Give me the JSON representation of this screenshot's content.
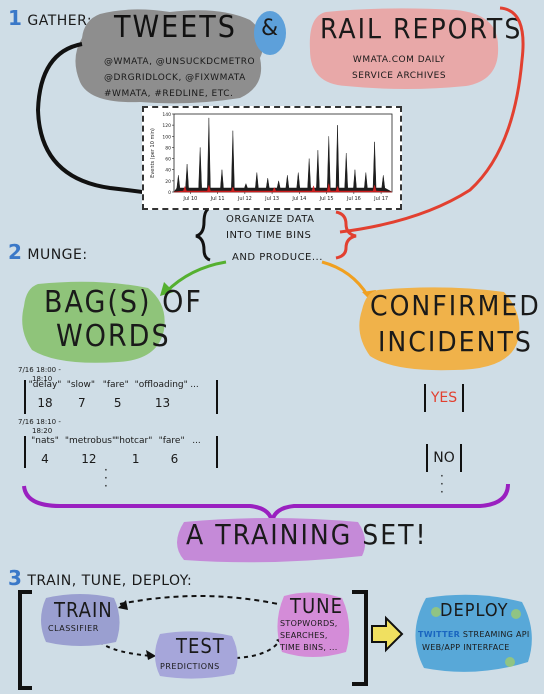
{
  "step1": {
    "number": "1",
    "label": "GATHER:"
  },
  "tweets": {
    "title": "TWEETS",
    "lines": [
      "@WMATA, @UNSUCKDCMETRO",
      "@DRGRIDLOCK, @FIXWMATA",
      "#WMATA, #REDLINE, ETC."
    ]
  },
  "amp": "&",
  "rail": {
    "title": "RAIL REPORTS",
    "lines": [
      "WMATA.COM DAILY",
      "SERVICE ARCHIVES"
    ]
  },
  "chart_data": {
    "type": "area",
    "ylabel": "Events (per 10 min)",
    "xlabel": "",
    "ylim": [
      0,
      140
    ],
    "yticks": [
      0,
      20,
      40,
      60,
      80,
      100,
      120,
      140
    ],
    "xticks": [
      "Jul 10",
      "Jul 11",
      "Jul 12",
      "Jul 13",
      "Jul 14",
      "Jul 15",
      "Jul 16",
      "Jul 17"
    ],
    "series": [
      {
        "color": "#111111",
        "peaks": [
          [
            0.02,
            30
          ],
          [
            0.06,
            50
          ],
          [
            0.12,
            80
          ],
          [
            0.16,
            133
          ],
          [
            0.22,
            40
          ],
          [
            0.27,
            110
          ],
          [
            0.33,
            15
          ],
          [
            0.38,
            35
          ],
          [
            0.43,
            25
          ],
          [
            0.48,
            20
          ],
          [
            0.52,
            30
          ],
          [
            0.57,
            35
          ],
          [
            0.62,
            60
          ],
          [
            0.66,
            75
          ],
          [
            0.71,
            100
          ],
          [
            0.75,
            120
          ],
          [
            0.79,
            70
          ],
          [
            0.83,
            40
          ],
          [
            0.88,
            35
          ],
          [
            0.92,
            90
          ],
          [
            0.96,
            30
          ]
        ]
      },
      {
        "color": "#e02020",
        "peaks": [
          [
            0.05,
            10
          ],
          [
            0.16,
            12
          ],
          [
            0.27,
            9
          ],
          [
            0.46,
            8
          ],
          [
            0.64,
            11
          ],
          [
            0.71,
            15
          ],
          [
            0.75,
            10
          ],
          [
            0.92,
            12
          ]
        ]
      }
    ]
  },
  "organize": {
    "line1": "ORGANIZE DATA",
    "line2": "INTO TIME BINS",
    "produce": "AND PRODUCE..."
  },
  "step2": {
    "number": "2",
    "label": "MUNGE:"
  },
  "bag": {
    "line1": "BAG(S) OF",
    "line2": "WORDS"
  },
  "confirmed": {
    "line1": "CONFIRMED",
    "line2": "INCIDENTS"
  },
  "matrix1": {
    "time1": "7/16 18:00 -",
    "time2": "18:10",
    "headers": [
      "\"delay\"",
      "\"slow\"",
      "\"fare\"",
      "\"offloading\"",
      "..."
    ],
    "values": [
      "18",
      "7",
      "5",
      "13"
    ]
  },
  "matrix2": {
    "time1": "7/16 18:10 -",
    "time2": "18:20",
    "headers": [
      "\"nats\"",
      "\"metrobus\"",
      "\"hotcar\"",
      "\"fare\"",
      "..."
    ],
    "values": [
      "4",
      "12",
      "1",
      "6"
    ]
  },
  "label1": "YES",
  "label2": "NO",
  "training": "A TRAINING SET!",
  "step3": {
    "number": "3",
    "label": "TRAIN, TUNE, DEPLOY:"
  },
  "train": {
    "title": "TRAIN",
    "sub": "CLASSIFIER"
  },
  "test": {
    "title": "TEST",
    "sub": "PREDICTIONS"
  },
  "tune": {
    "title": "TUNE",
    "lines": [
      "STOPWORDS,",
      "SEARCHES,",
      "TIME BINS, ..."
    ]
  },
  "deploy": {
    "title": "DEPLOY",
    "twitter": "TWITTER",
    "line1rest": " STREAMING API",
    "line2": "WEB/APP INTERFACE"
  },
  "colors": {
    "background": "#cfdde6",
    "tweets_blob": "#8e8e8e",
    "rail_blob": "#e8a8a8",
    "bag_blob": "#8fc47a",
    "confirmed_blob": "#f0b24a",
    "training_blob": "#c58ad8",
    "train_blob": "#9a9fd0",
    "test_blob": "#a6a6da",
    "tune_blob": "#d48cd8",
    "deploy_blob": "#58a8d8",
    "red_line": "#e24030",
    "green_arrow": "#55b030",
    "orange_arrow": "#f0a020",
    "purple_brace": "#9a20c0",
    "step_number": "#3a78c8",
    "twitter_text": "#1a66c0"
  }
}
